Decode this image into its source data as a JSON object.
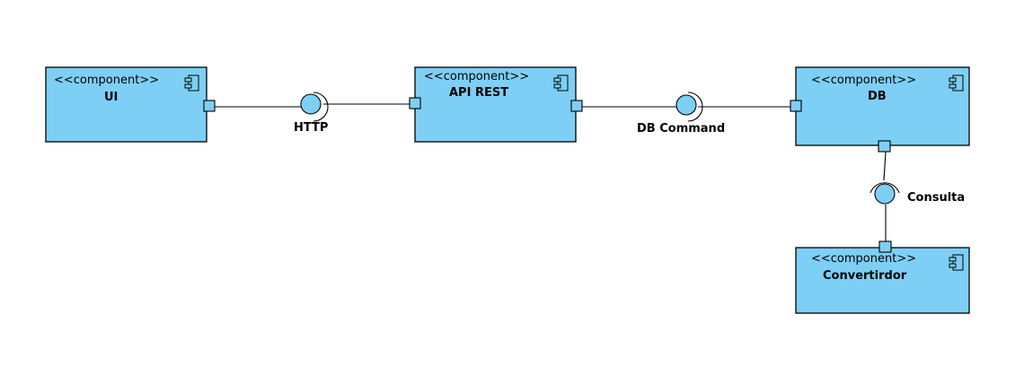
{
  "diagram": {
    "stereotype": "<<component>>",
    "components": [
      {
        "id": "ui",
        "name": "UI"
      },
      {
        "id": "api",
        "name": "API REST"
      },
      {
        "id": "db",
        "name": "DB"
      },
      {
        "id": "conv",
        "name": "Convertirdor"
      }
    ],
    "interfaces": [
      {
        "id": "http",
        "name": "HTTP",
        "from": "ui",
        "to": "api"
      },
      {
        "id": "dbcmd",
        "name": "DB Command",
        "from": "api",
        "to": "db"
      },
      {
        "id": "consulta",
        "name": "Consulta",
        "from": "conv",
        "to": "db"
      }
    ],
    "colors": {
      "component_fill": "#7ecff5",
      "stroke": "#000000"
    }
  }
}
